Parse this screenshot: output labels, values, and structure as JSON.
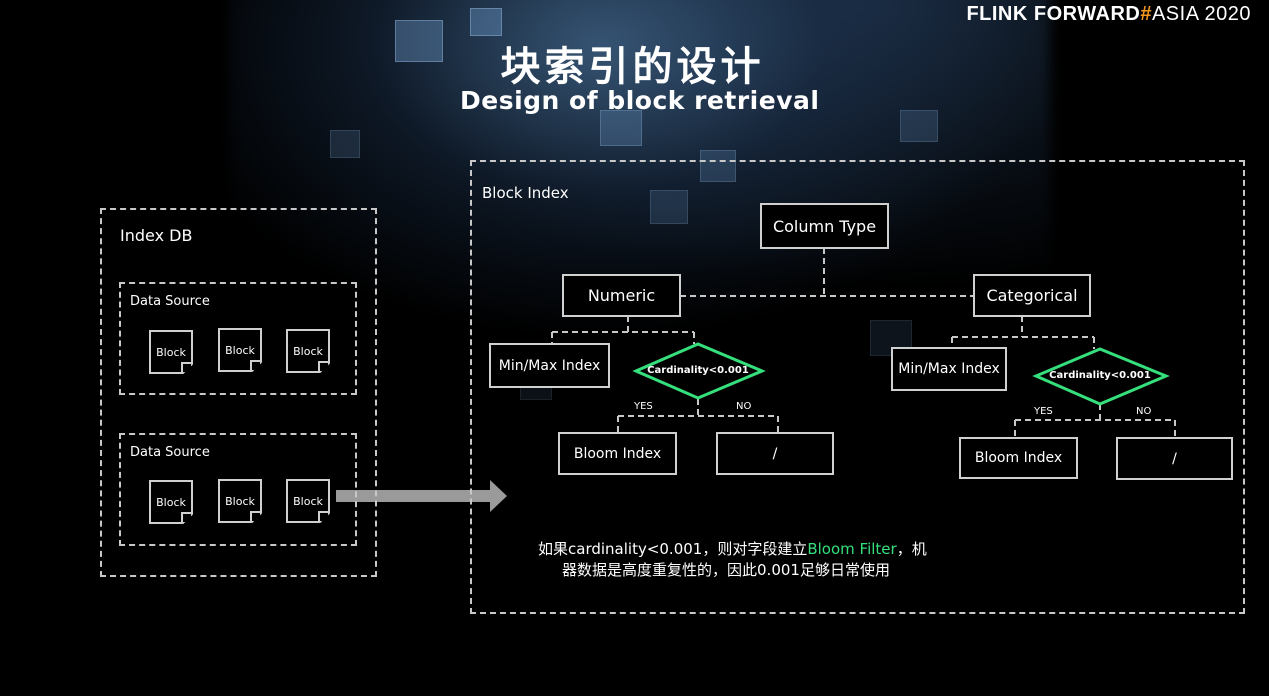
{
  "brand": {
    "part1": "FLINK FORWARD",
    "hash": "#",
    "part2": "ASIA 2020"
  },
  "title": {
    "zh": "块索引的设计",
    "en": "Design of block retrieval"
  },
  "index_db": {
    "label": "Index DB",
    "sources": [
      {
        "label": "Data Source",
        "blocks": [
          "Block",
          "Block",
          "Block"
        ]
      },
      {
        "label": "Data Source",
        "blocks": [
          "Block",
          "Block",
          "Block"
        ]
      }
    ]
  },
  "block_index": {
    "label": "Block Index",
    "root": "Column Type",
    "numeric": {
      "label": "Numeric",
      "minmax": "Min/Max Index",
      "decision": "Cardinality<0.001",
      "yes": "YES",
      "no": "NO",
      "yes_node": "Bloom Index",
      "no_node": "/"
    },
    "categorical": {
      "label": "Categorical",
      "minmax": "Min/Max Index",
      "decision": "Cardinality<0.001",
      "yes": "YES",
      "no": "NO",
      "yes_node": "Bloom Index",
      "no_node": "/"
    }
  },
  "note": {
    "line1_pre": "如果cardinality<0.001，则对字段建立",
    "line1_highlight": "Bloom Filter",
    "line1_post": "，机",
    "line2": "器数据是高度重复性的，因此0.001足够日常使用"
  },
  "colors": {
    "accent_green": "#35e07c",
    "brand_orange": "#f39a1e",
    "line": "#c8c8c8"
  }
}
